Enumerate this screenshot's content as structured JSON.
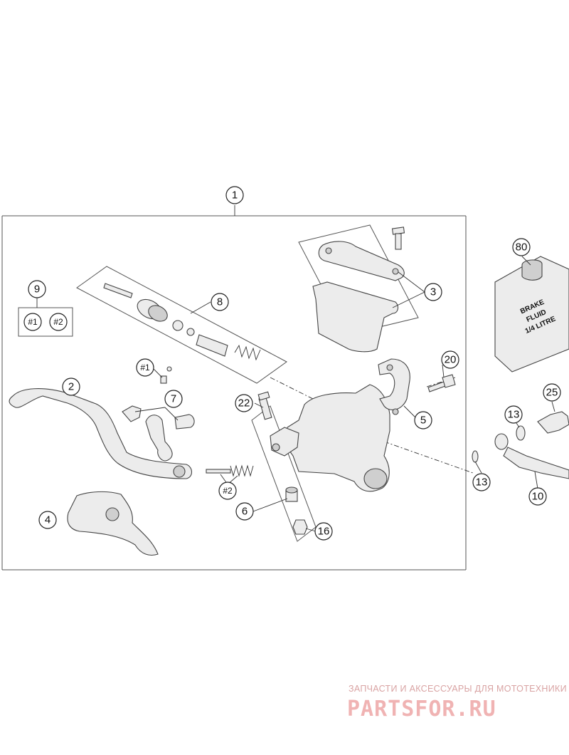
{
  "callouts": {
    "c1": "1",
    "c2": "2",
    "c3": "3",
    "c4": "4",
    "c5": "5",
    "c6": "6",
    "c7": "7",
    "c8": "8",
    "c9": "9",
    "c10": "10",
    "c13a": "13",
    "c13b": "13",
    "c16": "16",
    "c20": "20",
    "c22": "22",
    "c25": "25",
    "c80": "80",
    "kit1": "#1",
    "kit2": "#2",
    "kit1_lever": "#1",
    "kit2_lever": "#2"
  },
  "bottle_label": {
    "line1": "BRAKE",
    "line2": "FLUID",
    "line3": "1/4 LITRE"
  },
  "watermark": {
    "subtitle": "ЗАПЧАСТИ И АКСЕССУАРЫ ДЛЯ МОТОТЕХНИКИ",
    "brand": "PARTSFOR.RU"
  },
  "colors": {
    "line": "#333333",
    "watermark": "#f0b3b3"
  }
}
